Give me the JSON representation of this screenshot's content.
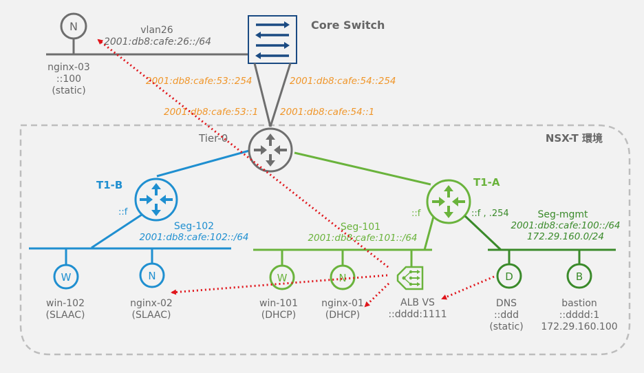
{
  "colors": {
    "gray": "#6e6e6e",
    "orange": "#f0962a",
    "blue": "#1f8fd0",
    "green": "#6ab33c",
    "dark_green": "#3a8a2a",
    "navy": "#1a4a82",
    "red": "#e0161c",
    "boundary": "#bdbdbd"
  },
  "core_switch": {
    "label": "Core Switch"
  },
  "vlan26": {
    "name": "vlan26",
    "prefix": "2001:db8:cafe:26::/64"
  },
  "uplinks": {
    "left_switch": "2001:db8:cafe:53::254",
    "right_switch": "2001:db8:cafe:54::254",
    "left_tier0": "2001:db8:cafe:53::1",
    "right_tier0": "2001:db8:cafe:54::1"
  },
  "nsx_env": {
    "label": "NSX-T 環境"
  },
  "tier0": {
    "label": "Tier-0"
  },
  "t1b": {
    "label": "T1-B",
    "iface": "::f"
  },
  "t1a": {
    "label": "T1-A",
    "iface_left": "::f",
    "iface_right": "::f , .254"
  },
  "segments": {
    "seg102": {
      "name": "Seg-102",
      "prefix": "2001:db8:cafe:102::/64"
    },
    "seg101": {
      "name": "Seg-101",
      "prefix": "2001:db8:cafe:101::/64"
    },
    "segmgmt": {
      "name": "Seg-mgmt",
      "prefix": "2001:db8:cafe:100::/64",
      "ipv4": "172.29.160.0/24"
    }
  },
  "nodes": {
    "nginx03": {
      "glyph": "N",
      "name": "nginx-03",
      "addr": "::100",
      "mode": "(static)"
    },
    "win102": {
      "glyph": "W",
      "name": "win-102",
      "mode": "(SLAAC)"
    },
    "nginx02": {
      "glyph": "N",
      "name": "nginx-02",
      "mode": "(SLAAC)"
    },
    "win101": {
      "glyph": "W",
      "name": "win-101",
      "mode": "(DHCP)"
    },
    "nginx01": {
      "glyph": "N",
      "name": "nginx-01",
      "mode": "(DHCP)"
    },
    "albvs": {
      "name": "ALB VS",
      "addr": "::dddd:1111"
    },
    "dns": {
      "glyph": "D",
      "name": "DNS",
      "addr": "::ddd",
      "mode": "(static)"
    },
    "bastion": {
      "glyph": "B",
      "name": "bastion",
      "addr": "::dddd:1",
      "ipv4": "172.29.160.100"
    }
  }
}
